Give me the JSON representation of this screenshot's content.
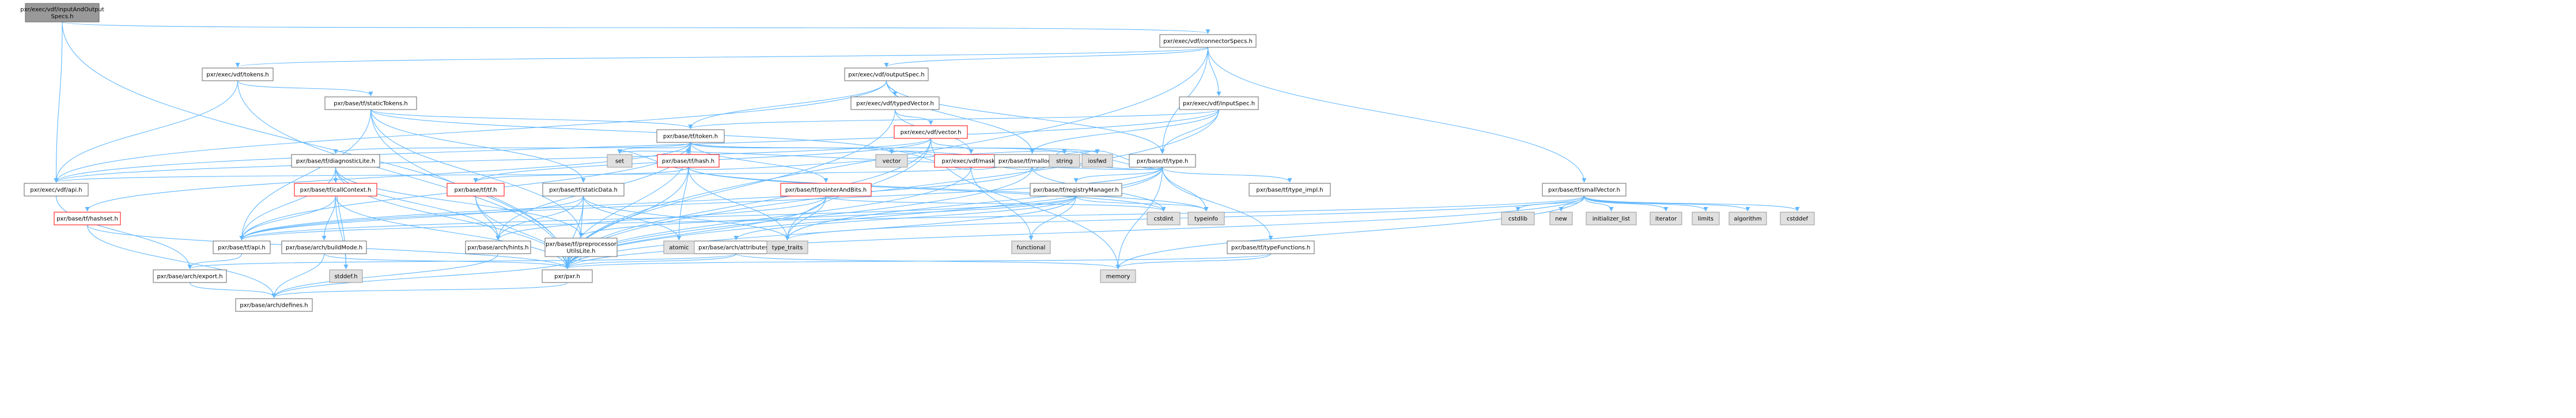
{
  "colors": {
    "edge": "#63b8ff",
    "node_fill": "#ffffff",
    "node_border": "#666666",
    "root_fill": "#999999",
    "root_border": "#666666",
    "system_fill": "#e0e0e0",
    "system_border": "#999999",
    "truncated_border": "#ff0000",
    "text": "#000000"
  },
  "nodes": [
    {
      "id": "root",
      "kind": "root",
      "lines": [
        "pxr/exec/vdf/inputAndOutput",
        "Specs.h"
      ]
    },
    {
      "id": "connectorSpecs",
      "kind": "normal",
      "lines": [
        "pxr/exec/vdf/connectorSpecs.h"
      ]
    },
    {
      "id": "tokens",
      "kind": "normal",
      "lines": [
        "pxr/exec/vdf/tokens.h"
      ]
    },
    {
      "id": "outputSpec",
      "kind": "normal",
      "lines": [
        "pxr/exec/vdf/outputSpec.h"
      ]
    },
    {
      "id": "inputSpec",
      "kind": "normal",
      "lines": [
        "pxr/exec/vdf/inputSpec.h"
      ]
    },
    {
      "id": "staticTokens",
      "kind": "normal",
      "lines": [
        "pxr/base/tf/staticTokens.h"
      ]
    },
    {
      "id": "typedVector",
      "kind": "normal",
      "lines": [
        "pxr/exec/vdf/typedVector.h"
      ]
    },
    {
      "id": "vdfVector",
      "kind": "truncated",
      "lines": [
        "pxr/exec/vdf/vector.h"
      ]
    },
    {
      "id": "tfToken",
      "kind": "normal",
      "lines": [
        "pxr/base/tf/token.h"
      ]
    },
    {
      "id": "vdfMask",
      "kind": "truncated",
      "lines": [
        "pxr/exec/vdf/mask.h"
      ]
    },
    {
      "id": "mallocTag",
      "kind": "normal",
      "lines": [
        "pxr/base/tf/mallocTag.h"
      ]
    },
    {
      "id": "tfType",
      "kind": "normal",
      "lines": [
        "pxr/base/tf/type.h"
      ]
    },
    {
      "id": "smallVector",
      "kind": "normal",
      "lines": [
        "pxr/base/tf/smallVector.h"
      ]
    },
    {
      "id": "diagnosticLite",
      "kind": "normal",
      "lines": [
        "pxr/base/tf/diagnosticLite.h"
      ]
    },
    {
      "id": "tfHash",
      "kind": "truncated",
      "lines": [
        "pxr/base/tf/hash.h"
      ]
    },
    {
      "id": "vdfApi",
      "kind": "normal",
      "lines": [
        "pxr/exec/vdf/api.h"
      ]
    },
    {
      "id": "callContext",
      "kind": "truncated",
      "lines": [
        "pxr/base/tf/callContext.h"
      ]
    },
    {
      "id": "tfTf",
      "kind": "truncated",
      "lines": [
        "pxr/base/tf/tf.h"
      ]
    },
    {
      "id": "staticData",
      "kind": "normal",
      "lines": [
        "pxr/base/tf/staticData.h"
      ]
    },
    {
      "id": "pointerAndBits",
      "kind": "truncated",
      "lines": [
        "pxr/base/tf/pointerAndBits.h"
      ]
    },
    {
      "id": "registryManager",
      "kind": "normal",
      "lines": [
        "pxr/base/tf/registryManager.h"
      ]
    },
    {
      "id": "typeImpl",
      "kind": "normal",
      "lines": [
        "pxr/base/tf/type_impl.h"
      ]
    },
    {
      "id": "hashset",
      "kind": "truncated",
      "lines": [
        "pxr/base/tf/hashset.h"
      ]
    },
    {
      "id": "tfApi",
      "kind": "normal",
      "lines": [
        "pxr/base/tf/api.h"
      ]
    },
    {
      "id": "buildMode",
      "kind": "normal",
      "lines": [
        "pxr/base/arch/buildMode.h"
      ]
    },
    {
      "id": "hints",
      "kind": "normal",
      "lines": [
        "pxr/base/arch/hints.h"
      ]
    },
    {
      "id": "preprocessorUtilsLite",
      "kind": "normal",
      "lines": [
        "pxr/base/tf/preprocessor",
        "UtilsLite.h"
      ]
    },
    {
      "id": "attributes",
      "kind": "normal",
      "lines": [
        "pxr/base/arch/attributes.h"
      ]
    },
    {
      "id": "typeFunctions",
      "kind": "normal",
      "lines": [
        "pxr/base/tf/typeFunctions.h"
      ]
    },
    {
      "id": "archExport",
      "kind": "normal",
      "lines": [
        "pxr/base/arch/export.h"
      ]
    },
    {
      "id": "pxr",
      "kind": "normal",
      "lines": [
        "pxr/pxr.h"
      ]
    },
    {
      "id": "archDefines",
      "kind": "normal",
      "lines": [
        "pxr/base/arch/defines.h"
      ]
    },
    {
      "id": "sys_set",
      "kind": "system",
      "lines": [
        "set"
      ]
    },
    {
      "id": "sys_vector",
      "kind": "system",
      "lines": [
        "vector"
      ]
    },
    {
      "id": "sys_string",
      "kind": "system",
      "lines": [
        "string"
      ]
    },
    {
      "id": "sys_iosfwd",
      "kind": "system",
      "lines": [
        "iosfwd"
      ]
    },
    {
      "id": "sys_cstdint",
      "kind": "system",
      "lines": [
        "cstdint"
      ]
    },
    {
      "id": "sys_typeinfo",
      "kind": "system",
      "lines": [
        "typeinfo"
      ]
    },
    {
      "id": "sys_type_traits",
      "kind": "system",
      "lines": [
        "type_traits"
      ]
    },
    {
      "id": "sys_atomic",
      "kind": "system",
      "lines": [
        "atomic"
      ]
    },
    {
      "id": "sys_functional",
      "kind": "system",
      "lines": [
        "functional"
      ]
    },
    {
      "id": "sys_stddef",
      "kind": "system",
      "lines": [
        "stddef.h"
      ]
    },
    {
      "id": "sys_memory",
      "kind": "system",
      "lines": [
        "memory"
      ]
    },
    {
      "id": "sys_cstdlib",
      "kind": "system",
      "lines": [
        "cstdlib"
      ]
    },
    {
      "id": "sys_new",
      "kind": "system",
      "lines": [
        "new"
      ]
    },
    {
      "id": "sys_initializer_list",
      "kind": "system",
      "lines": [
        "initializer_list"
      ]
    },
    {
      "id": "sys_iterator",
      "kind": "system",
      "lines": [
        "iterator"
      ]
    },
    {
      "id": "sys_limits",
      "kind": "system",
      "lines": [
        "limits"
      ]
    },
    {
      "id": "sys_algorithm",
      "kind": "system",
      "lines": [
        "algorithm"
      ]
    },
    {
      "id": "sys_cstddef",
      "kind": "system",
      "lines": [
        "cstddef"
      ]
    }
  ],
  "edges": [
    [
      "root",
      "connectorSpecs"
    ],
    [
      "root",
      "vdfApi"
    ],
    [
      "root",
      "pxr"
    ],
    [
      "connectorSpecs",
      "tokens"
    ],
    [
      "connectorSpecs",
      "outputSpec"
    ],
    [
      "connectorSpecs",
      "inputSpec"
    ],
    [
      "connectorSpecs",
      "smallVector"
    ],
    [
      "connectorSpecs",
      "tfType"
    ],
    [
      "connectorSpecs",
      "pxr"
    ],
    [
      "tokens",
      "staticTokens"
    ],
    [
      "tokens",
      "vdfApi"
    ],
    [
      "tokens",
      "pxr"
    ],
    [
      "outputSpec",
      "typedVector"
    ],
    [
      "outputSpec",
      "mallocTag"
    ],
    [
      "outputSpec",
      "tfToken"
    ],
    [
      "outputSpec",
      "tfType"
    ],
    [
      "outputSpec",
      "vdfApi"
    ],
    [
      "inputSpec",
      "tfToken"
    ],
    [
      "inputSpec",
      "tfType"
    ],
    [
      "inputSpec",
      "mallocTag"
    ],
    [
      "inputSpec",
      "vdfApi"
    ],
    [
      "inputSpec",
      "pxr"
    ],
    [
      "staticTokens",
      "tfToken"
    ],
    [
      "staticTokens",
      "staticData"
    ],
    [
      "staticTokens",
      "preprocessorUtilsLite"
    ],
    [
      "staticTokens",
      "sys_vector"
    ],
    [
      "staticTokens",
      "pxr"
    ],
    [
      "staticTokens",
      "tfApi"
    ],
    [
      "typedVector",
      "vdfVector"
    ],
    [
      "typedVector",
      "vdfMask"
    ],
    [
      "typedVector",
      "pxr"
    ],
    [
      "vdfVector",
      "vdfMask"
    ],
    [
      "vdfVector",
      "tfTf"
    ],
    [
      "vdfVector",
      "sys_type_traits"
    ],
    [
      "vdfVector",
      "sys_memory"
    ],
    [
      "vdfVector",
      "vdfApi"
    ],
    [
      "vdfVector",
      "pxr"
    ],
    [
      "tfToken",
      "diagnosticLite"
    ],
    [
      "tfToken",
      "tfHash"
    ],
    [
      "tfToken",
      "pointerAndBits"
    ],
    [
      "tfToken",
      "tfApi"
    ],
    [
      "tfToken",
      "hashset"
    ],
    [
      "tfToken",
      "sys_set"
    ],
    [
      "tfToken",
      "sys_vector"
    ],
    [
      "tfToken",
      "sys_string"
    ],
    [
      "tfToken",
      "sys_iosfwd"
    ],
    [
      "tfToken",
      "sys_atomic"
    ],
    [
      "tfToken",
      "hints"
    ],
    [
      "tfToken",
      "pxr"
    ],
    [
      "vdfMask",
      "sys_vector"
    ],
    [
      "vdfMask",
      "sys_iosfwd"
    ],
    [
      "vdfMask",
      "sys_functional"
    ],
    [
      "vdfMask",
      "vdfApi"
    ],
    [
      "vdfMask",
      "pxr"
    ],
    [
      "mallocTag",
      "tfApi"
    ],
    [
      "mallocTag",
      "sys_cstdint"
    ],
    [
      "mallocTag",
      "sys_iosfwd"
    ],
    [
      "mallocTag",
      "sys_string"
    ],
    [
      "mallocTag",
      "sys_vector"
    ],
    [
      "mallocTag",
      "pxr"
    ],
    [
      "tfType",
      "tfApi"
    ],
    [
      "tfType",
      "registryManager"
    ],
    [
      "tfType",
      "typeFunctions"
    ],
    [
      "tfType",
      "typeImpl"
    ],
    [
      "tfType",
      "sys_iosfwd"
    ],
    [
      "tfType",
      "sys_memory"
    ],
    [
      "tfType",
      "sys_set"
    ],
    [
      "tfType",
      "sys_string"
    ],
    [
      "tfType",
      "sys_type_traits"
    ],
    [
      "tfType",
      "sys_typeinfo"
    ],
    [
      "tfType",
      "sys_vector"
    ],
    [
      "tfType",
      "pxr"
    ],
    [
      "smallVector",
      "sys_cstdlib"
    ],
    [
      "smallVector",
      "sys_new"
    ],
    [
      "smallVector",
      "sys_initializer_list"
    ],
    [
      "smallVector",
      "sys_iterator"
    ],
    [
      "smallVector",
      "sys_limits"
    ],
    [
      "smallVector",
      "sys_algorithm"
    ],
    [
      "smallVector",
      "sys_cstddef"
    ],
    [
      "smallVector",
      "sys_memory"
    ],
    [
      "smallVector",
      "sys_type_traits"
    ],
    [
      "smallVector",
      "tfApi"
    ],
    [
      "smallVector",
      "pxr"
    ],
    [
      "diagnosticLite",
      "tfApi"
    ],
    [
      "diagnosticLite",
      "callContext"
    ],
    [
      "diagnosticLite",
      "hints"
    ],
    [
      "diagnosticLite",
      "preprocessorUtilsLite"
    ],
    [
      "diagnosticLite",
      "sys_stddef"
    ],
    [
      "diagnosticLite",
      "pxr"
    ],
    [
      "tfHash",
      "tfTf"
    ],
    [
      "tfHash",
      "sys_cstdint"
    ],
    [
      "tfHash",
      "sys_type_traits"
    ],
    [
      "tfHash",
      "sys_set"
    ],
    [
      "tfHash",
      "sys_string"
    ],
    [
      "tfHash",
      "sys_typeinfo"
    ],
    [
      "tfHash",
      "pxr"
    ],
    [
      "vdfApi",
      "archExport"
    ],
    [
      "callContext",
      "tfApi"
    ],
    [
      "callContext",
      "buildMode"
    ],
    [
      "callContext",
      "sys_stddef"
    ],
    [
      "callContext",
      "pxr"
    ],
    [
      "tfTf",
      "pxr"
    ],
    [
      "tfTf",
      "hints"
    ],
    [
      "staticData",
      "tfApi"
    ],
    [
      "staticData",
      "preprocessorUtilsLite"
    ],
    [
      "staticData",
      "hints"
    ],
    [
      "staticData",
      "sys_atomic"
    ],
    [
      "staticData",
      "sys_type_traits"
    ],
    [
      "staticData",
      "pxr"
    ],
    [
      "pointerAndBits",
      "hints"
    ],
    [
      "pointerAndBits",
      "sys_type_traits"
    ],
    [
      "pointerAndBits",
      "sys_cstdint"
    ],
    [
      "pointerAndBits",
      "pxr"
    ],
    [
      "registryManager",
      "tfApi"
    ],
    [
      "registryManager",
      "preprocessorUtilsLite"
    ],
    [
      "registryManager",
      "attributes"
    ],
    [
      "registryManager",
      "sys_functional"
    ],
    [
      "registryManager",
      "sys_typeinfo"
    ],
    [
      "registryManager",
      "pxr"
    ],
    [
      "hashset",
      "archDefines"
    ],
    [
      "hashset",
      "pxr"
    ],
    [
      "tfApi",
      "archExport"
    ],
    [
      "buildMode",
      "archDefines"
    ],
    [
      "buildMode",
      "pxr"
    ],
    [
      "hints",
      "archDefines"
    ],
    [
      "preprocessorUtilsLite",
      "archDefines"
    ],
    [
      "attributes",
      "archExport"
    ],
    [
      "attributes",
      "pxr"
    ],
    [
      "attributes",
      "sys_memory"
    ],
    [
      "typeFunctions",
      "sys_memory"
    ],
    [
      "typeFunctions",
      "pxr"
    ],
    [
      "archExport",
      "archDefines"
    ],
    [
      "pxr",
      "archDefines"
    ]
  ]
}
